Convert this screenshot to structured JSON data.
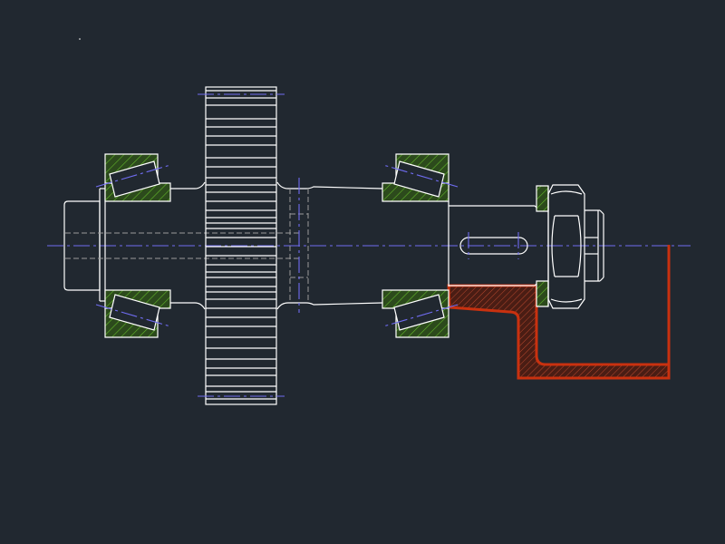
{
  "drawing": {
    "background": "#212830",
    "line_color": "#ffffff",
    "centerline_color": "#6f6cf0",
    "bearing_hatch_color": "#63b82a",
    "housing_color": "#c9310f",
    "components": [
      "shaft",
      "left-tapered-roller-bearing",
      "spur-gear",
      "right-tapered-roller-bearing",
      "keyway",
      "hex-nut",
      "housing-section"
    ]
  }
}
